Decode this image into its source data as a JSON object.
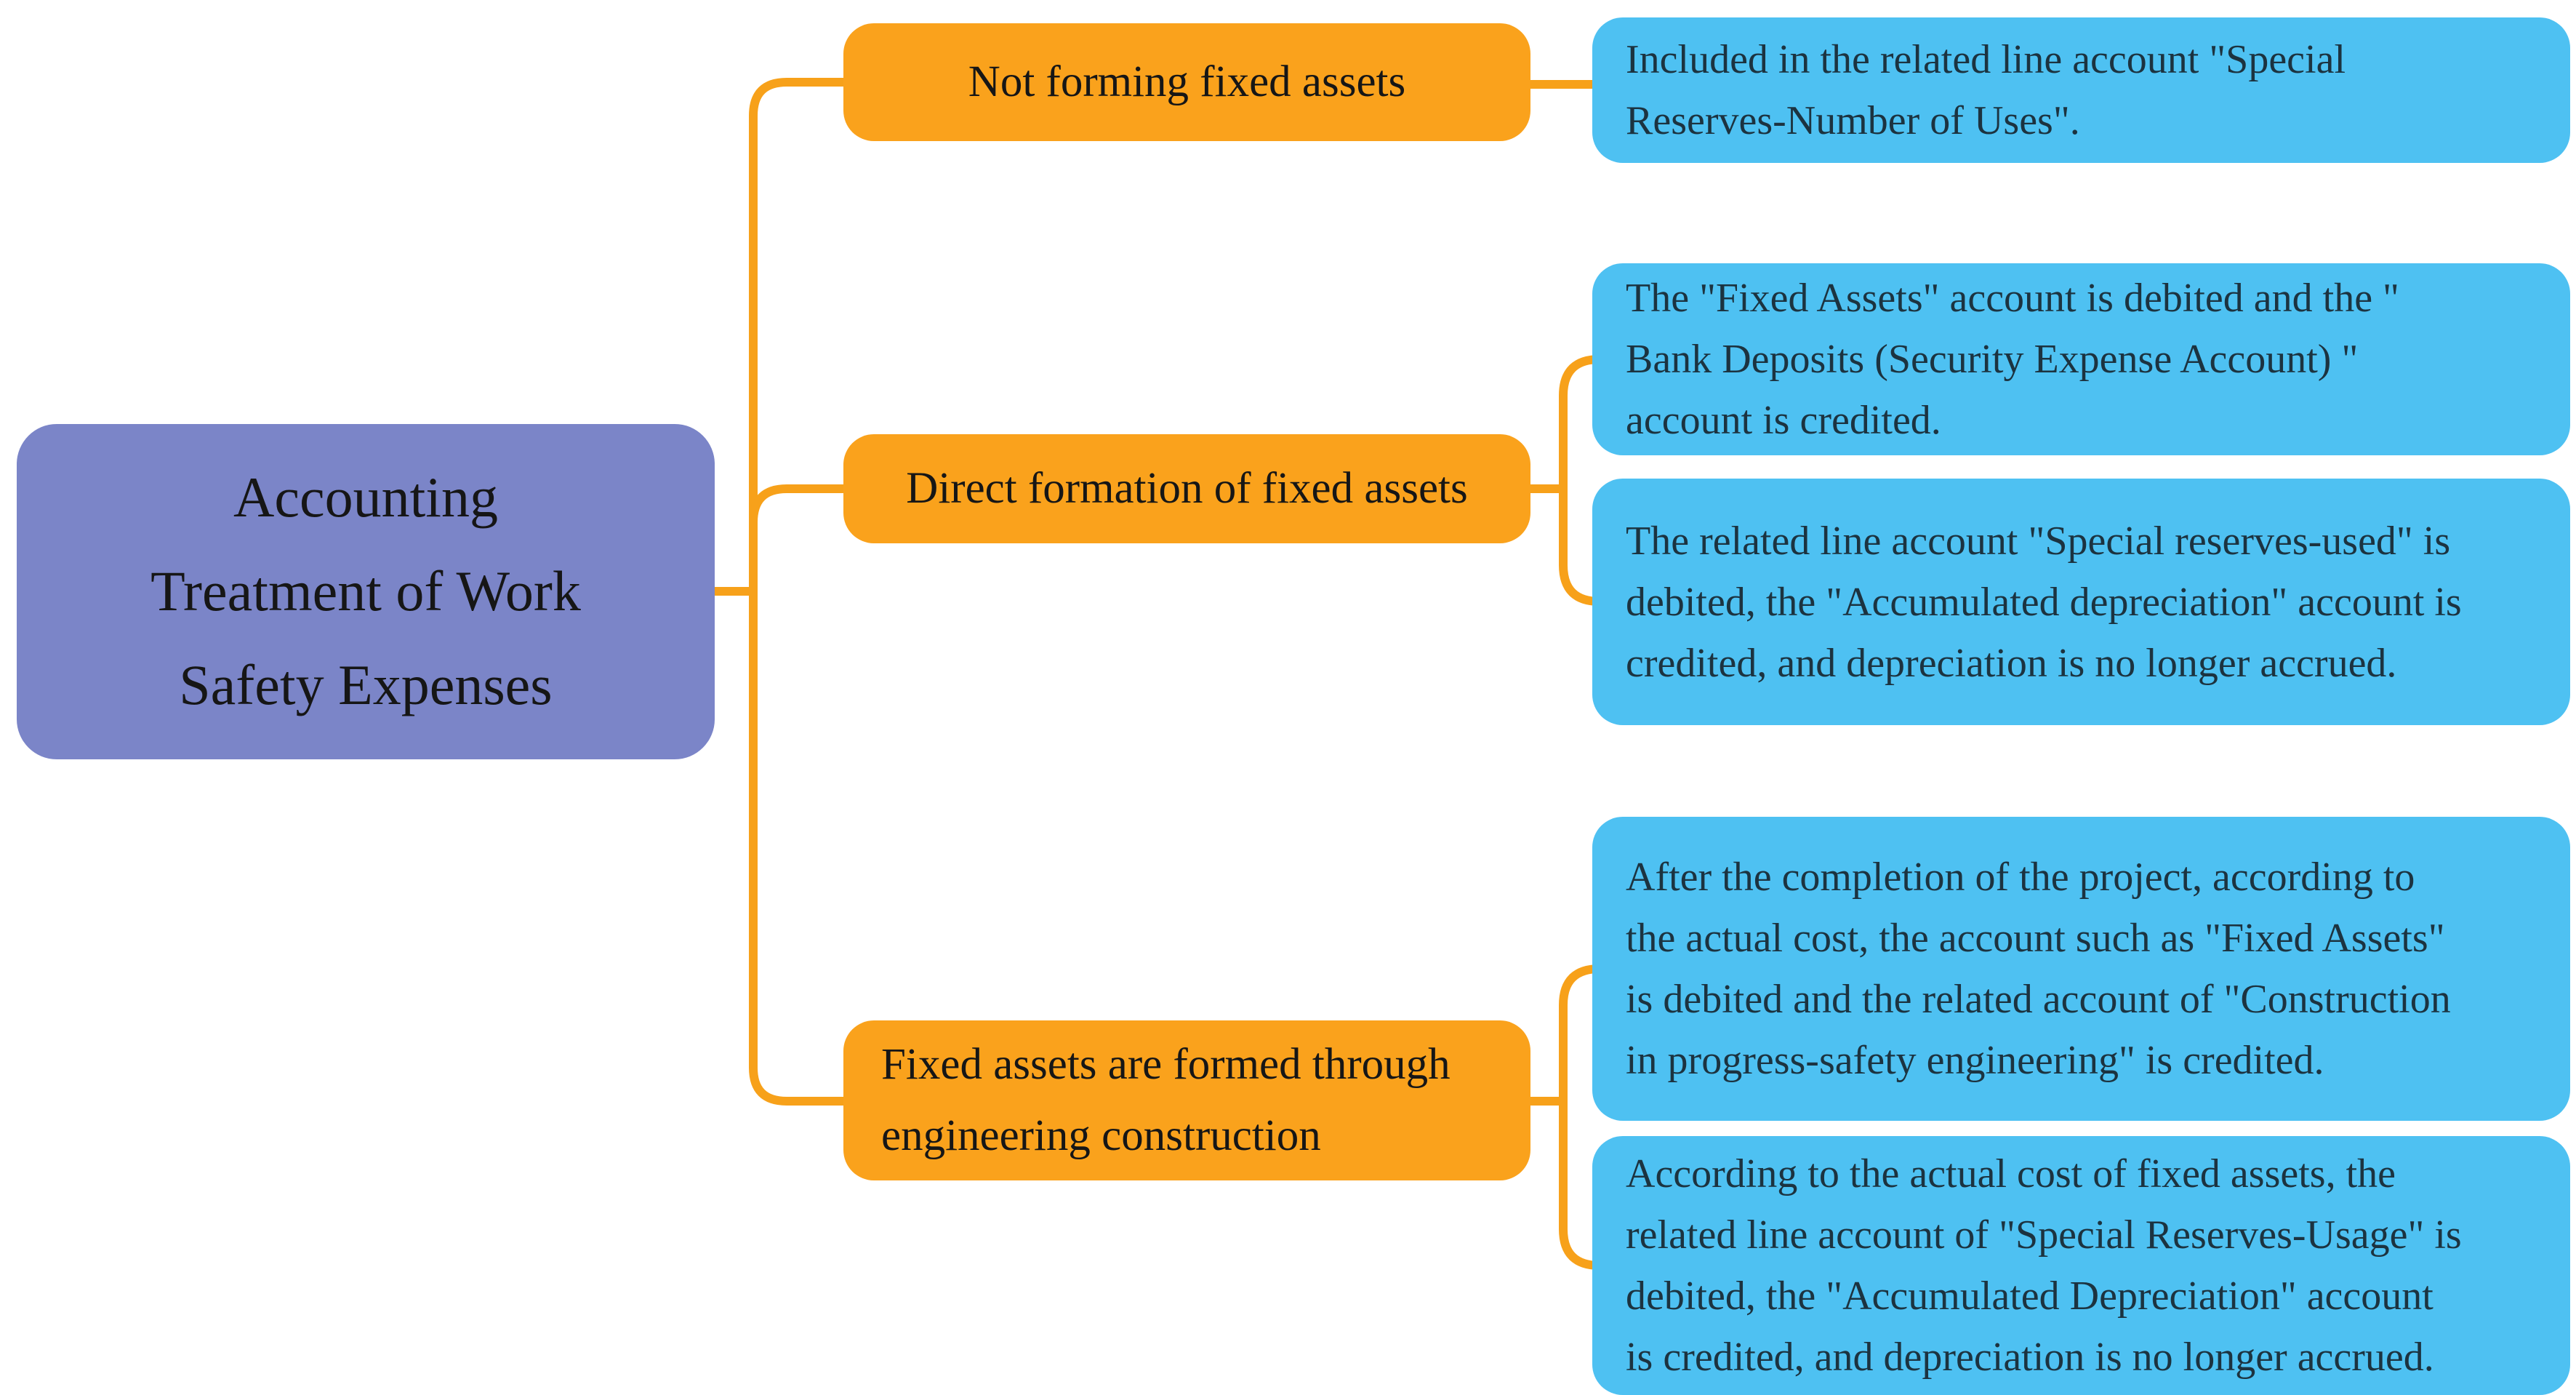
{
  "root": {
    "label": "Accounting\nTreatment of Work\nSafety Expenses"
  },
  "branches": [
    {
      "label": "Not forming fixed assets",
      "leaves": [
        "Included in the related line account \"Special\nReserves-Number of Uses\"."
      ]
    },
    {
      "label": "Direct formation of fixed assets",
      "leaves": [
        "The \"Fixed Assets\" account is debited and the \"\nBank Deposits (Security Expense Account) \"\naccount is credited.",
        "The related line account \"Special reserves-used\" is\ndebited, the \"Accumulated depreciation\" account is\ncredited, and depreciation is no longer accrued."
      ]
    },
    {
      "label": "Fixed assets are formed through\nengineering construction",
      "leaves": [
        "After the completion of the project, according to\nthe actual cost, the account such as \"Fixed Assets\"\nis debited and the related account of \"Construction\nin progress-safety engineering\" is credited.",
        "According to the actual cost of fixed assets, the\nrelated line account of \"Special Reserves-Usage\" is\ndebited, the \"Accumulated Depreciation\" account\nis credited, and depreciation is no longer accrued."
      ]
    }
  ],
  "colors": {
    "root_fill": "#7b85c8",
    "branch_fill": "#faa21c",
    "leaf_fill": "#4ec1f2",
    "connector": "#f7a11a",
    "node_text": "#161616",
    "leaf_text": "#1c3340"
  }
}
